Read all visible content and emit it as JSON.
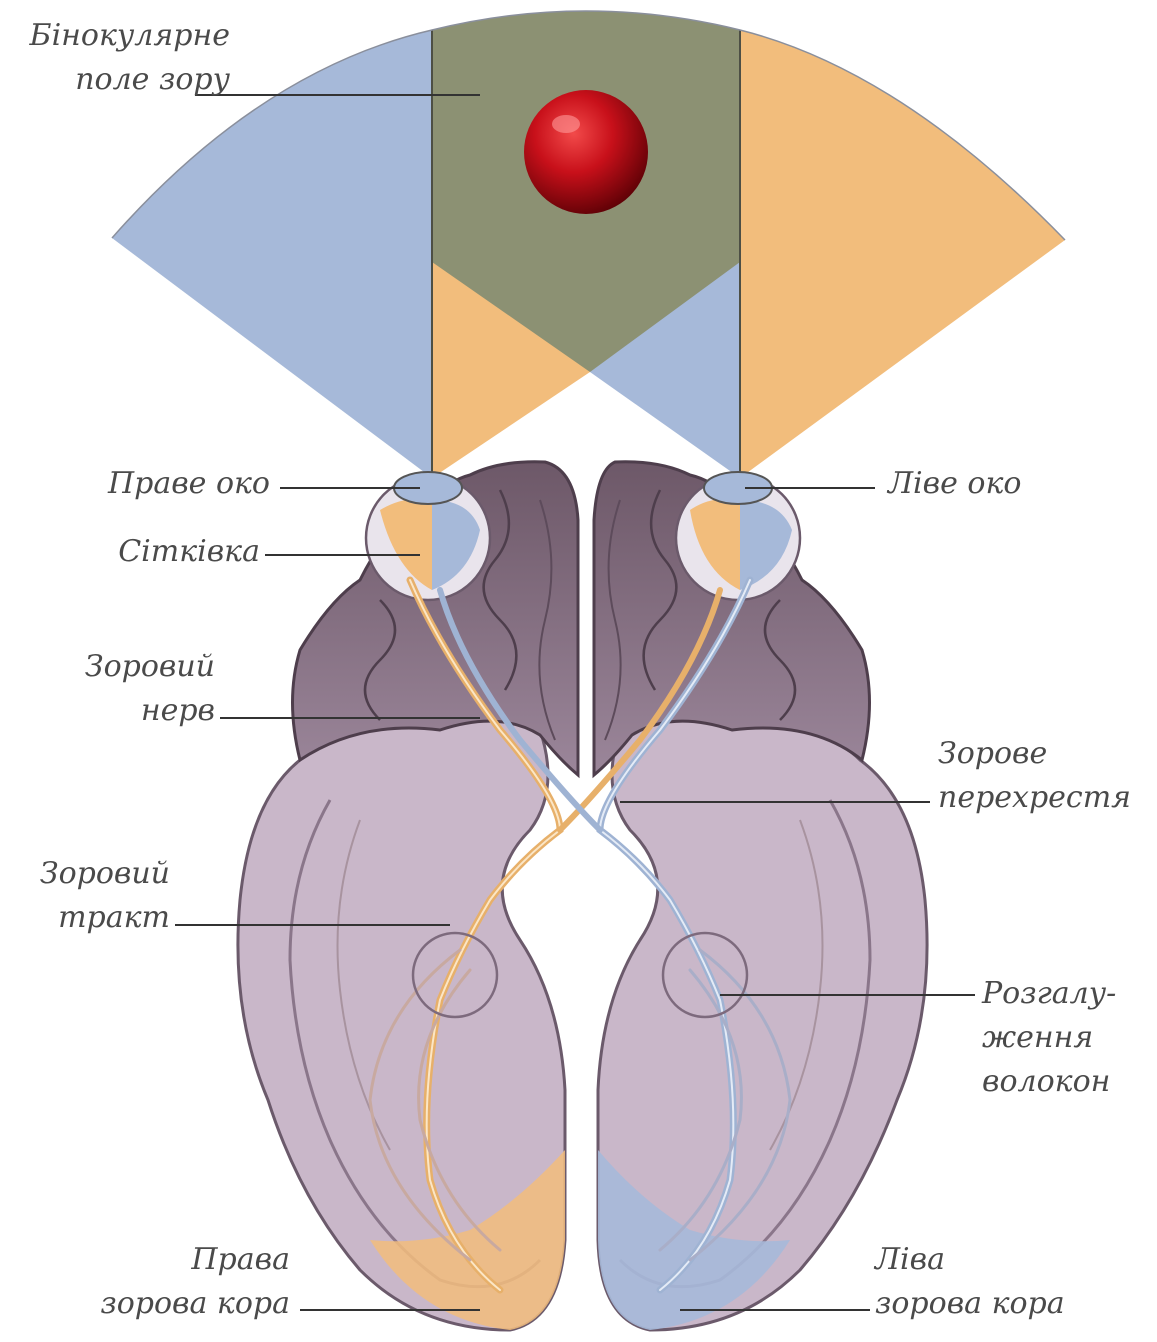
{
  "labels": {
    "binocular_field": [
      "Бінокулярне",
      "поле зору"
    ],
    "right_eye": "Праве око",
    "retina": "Сітківка",
    "optic_nerve": [
      "Зоровий",
      "нерв"
    ],
    "optic_tract": [
      "Зоровий",
      "тракт"
    ],
    "right_visual_cortex": [
      "Права",
      "зорова кора"
    ],
    "left_eye": "Ліве око",
    "optic_chiasm": [
      "Зорове",
      "перехрестя"
    ],
    "lgn": [
      "Розгалу-",
      "ження",
      "волокон"
    ],
    "left_visual_cortex": [
      "Ліва",
      "зорова кора"
    ]
  },
  "colors": {
    "right_field_blue": "#a6b9d9",
    "left_field_orange": "#f2bd7c",
    "binocular_green": "#8c9173",
    "target_red": "#c8101a",
    "brain_frontal": "#7d6778",
    "brain_temporal": "#c9b7c9",
    "label_text": "#4a4a4a",
    "leader_line": "#333333"
  }
}
